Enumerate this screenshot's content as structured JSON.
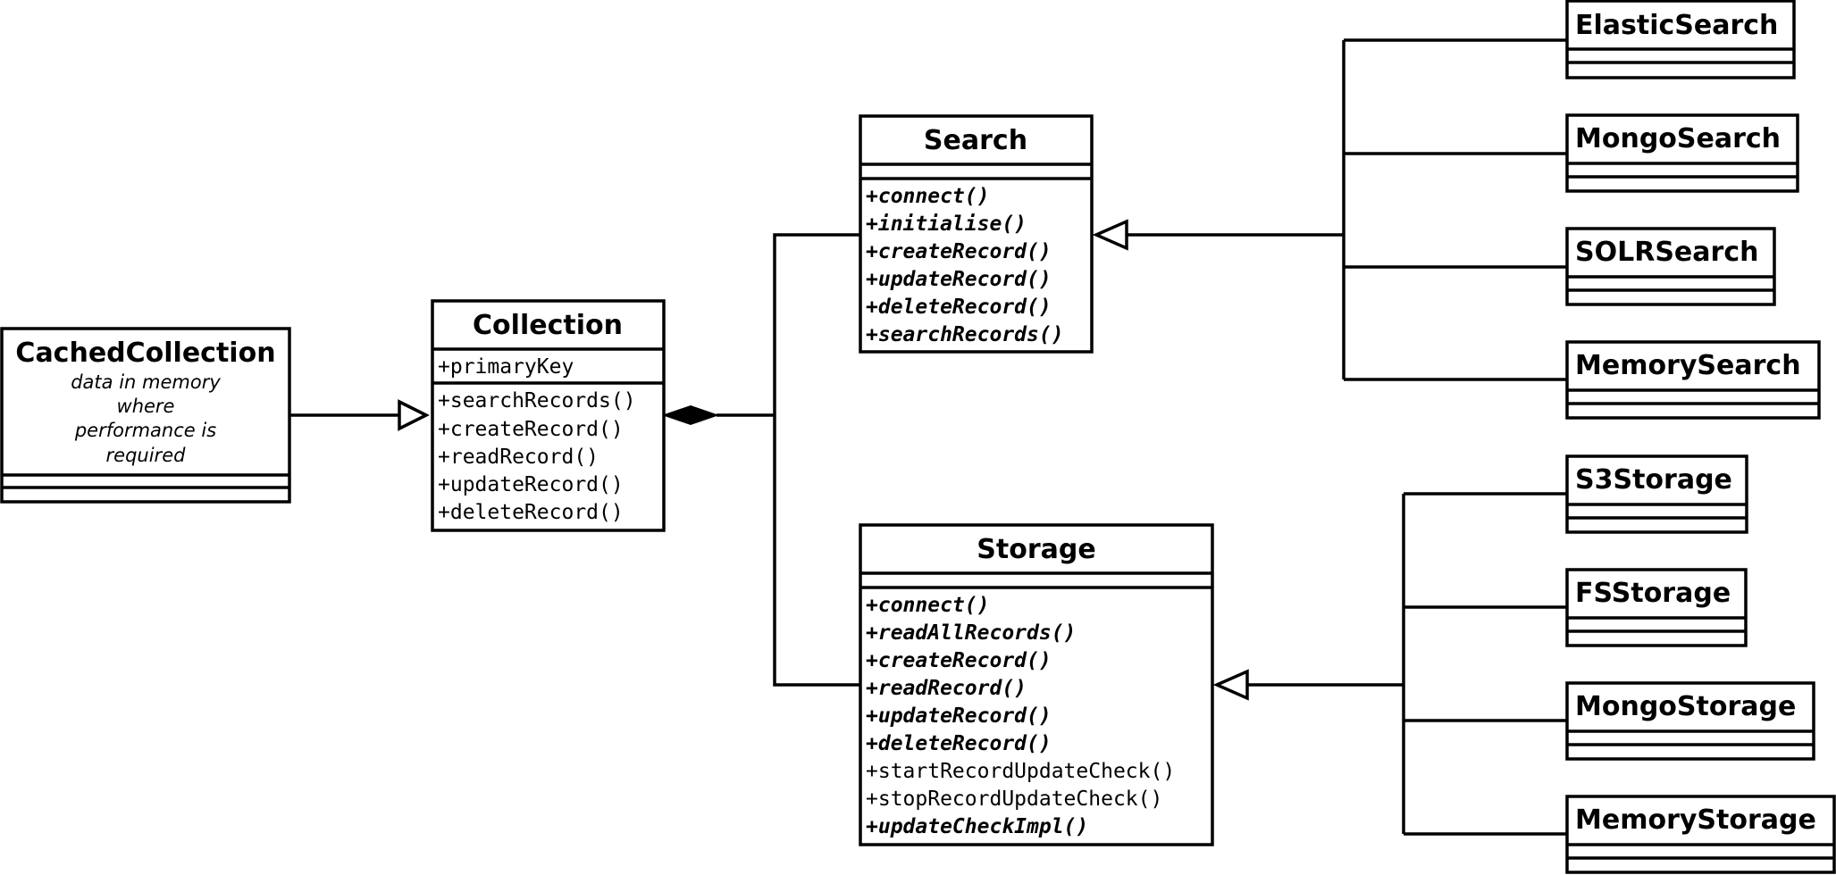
{
  "classes": {
    "cached_collection": {
      "name": "CachedCollection",
      "note": [
        "data in memory",
        "where",
        "performance is",
        "required"
      ]
    },
    "collection": {
      "name": "Collection",
      "attributes": [
        "+primaryKey"
      ],
      "methods": [
        "+searchRecords()",
        "+createRecord()",
        "+readRecord()",
        "+updateRecord()",
        "+deleteRecord()"
      ]
    },
    "search": {
      "name": "Search",
      "methods": [
        "+connect()",
        "+initialise()",
        "+createRecord()",
        "+updateRecord()",
        "+deleteRecord()",
        "+searchRecords()"
      ],
      "abstract_methods": [
        true,
        true,
        true,
        true,
        true,
        true
      ]
    },
    "storage": {
      "name": "Storage",
      "methods": [
        "+connect()",
        "+readAllRecords()",
        "+createRecord()",
        "+readRecord()",
        "+updateRecord()",
        "+deleteRecord()",
        "+startRecordUpdateCheck()",
        "+stopRecordUpdateCheck()",
        "+updateCheckImpl()"
      ],
      "abstract_methods": [
        true,
        true,
        true,
        true,
        true,
        true,
        false,
        false,
        true
      ]
    },
    "search_implementations": [
      "ElasticSearch",
      "MongoSearch",
      "SOLRSearch",
      "MemorySearch"
    ],
    "storage_implementations": [
      "S3Storage",
      "FSStorage",
      "MongoStorage",
      "MemoryStorage"
    ]
  },
  "relationships": [
    {
      "type": "generalization",
      "from": "CachedCollection",
      "to": "Collection"
    },
    {
      "type": "composition",
      "whole": "Collection",
      "parts": [
        "Search",
        "Storage"
      ]
    },
    {
      "type": "generalization",
      "from": [
        "ElasticSearch",
        "MongoSearch",
        "SOLRSearch",
        "MemorySearch"
      ],
      "to": "Search"
    },
    {
      "type": "generalization",
      "from": [
        "S3Storage",
        "FSStorage",
        "MongoStorage",
        "MemoryStorage"
      ],
      "to": "Storage"
    }
  ]
}
